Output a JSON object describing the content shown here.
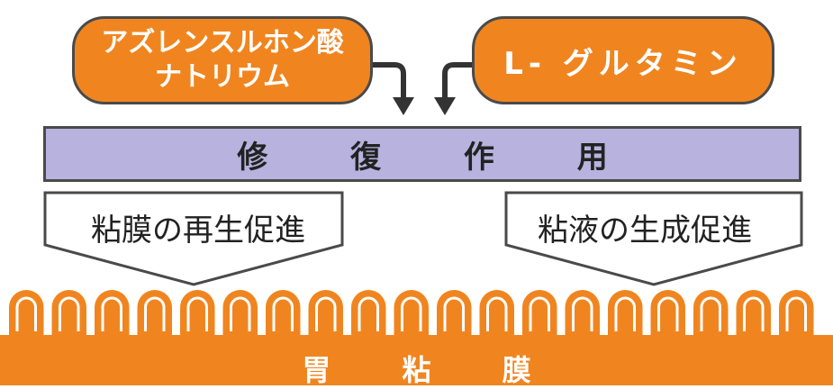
{
  "inputs": {
    "left_line1": "アズレンスルホン酸",
    "left_line2": "ナトリウム",
    "right": "L- グルタミン"
  },
  "center": {
    "label": "修 復 作 用"
  },
  "effects": {
    "left": "粘膜の再生促進",
    "right": "粘液の生成促進"
  },
  "base": {
    "label": "胃 粘 膜"
  },
  "colors": {
    "orange": "#f08520",
    "lavender": "#b7b2de",
    "outline": "#4a4a4a",
    "arrow": "#333333"
  }
}
